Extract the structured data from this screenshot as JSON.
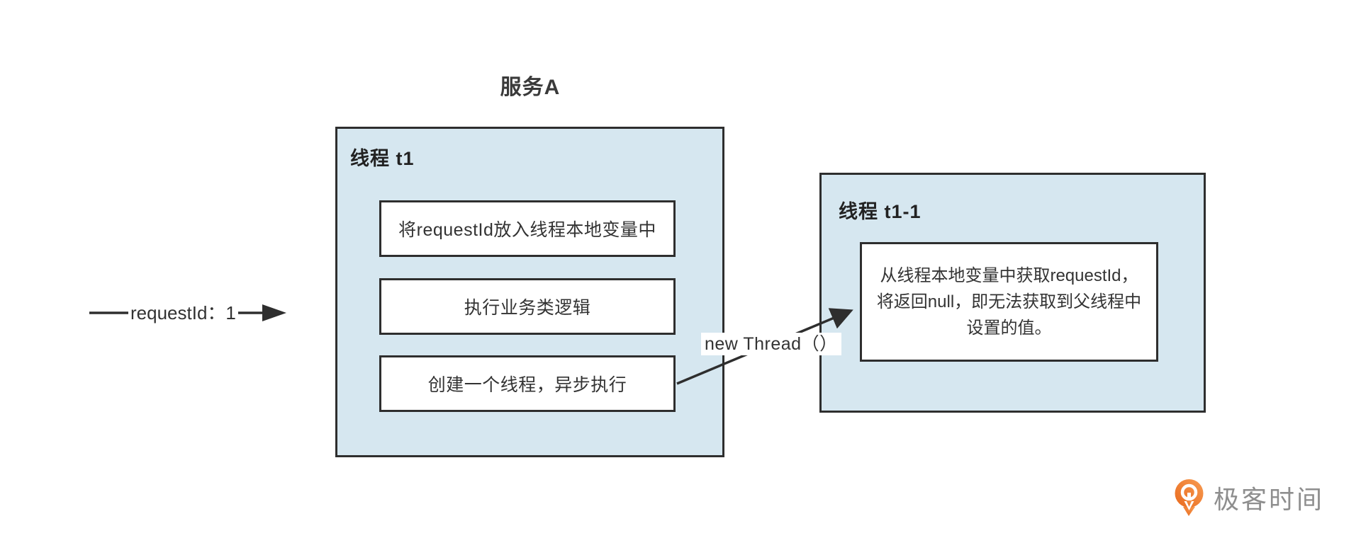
{
  "diagram": {
    "title": "服务A",
    "thread_t1": {
      "label": "线程 t1",
      "steps": [
        "将requestId放入线程本地变量中",
        "执行业务类逻辑",
        "创建一个线程，异步执行"
      ]
    },
    "thread_t1_1": {
      "label": "线程 t1-1",
      "note": "从线程本地变量中获取requestId，\n将返回null，即无法获取到父线程中\n设置的值。"
    },
    "request_arrow_label": "requestId：1",
    "new_thread_label": "new Thread（）"
  },
  "branding": {
    "logo_icon": "geektime-pin-icon",
    "logo_text": "极客时间",
    "logo_orange": "#ee7f2d",
    "logo_text_color": "#8e8e8e"
  },
  "colors": {
    "background": "#ffffff",
    "thread_box_fill": "#d6e7f0",
    "border": "#2e2e2e",
    "text": "#333333"
  }
}
